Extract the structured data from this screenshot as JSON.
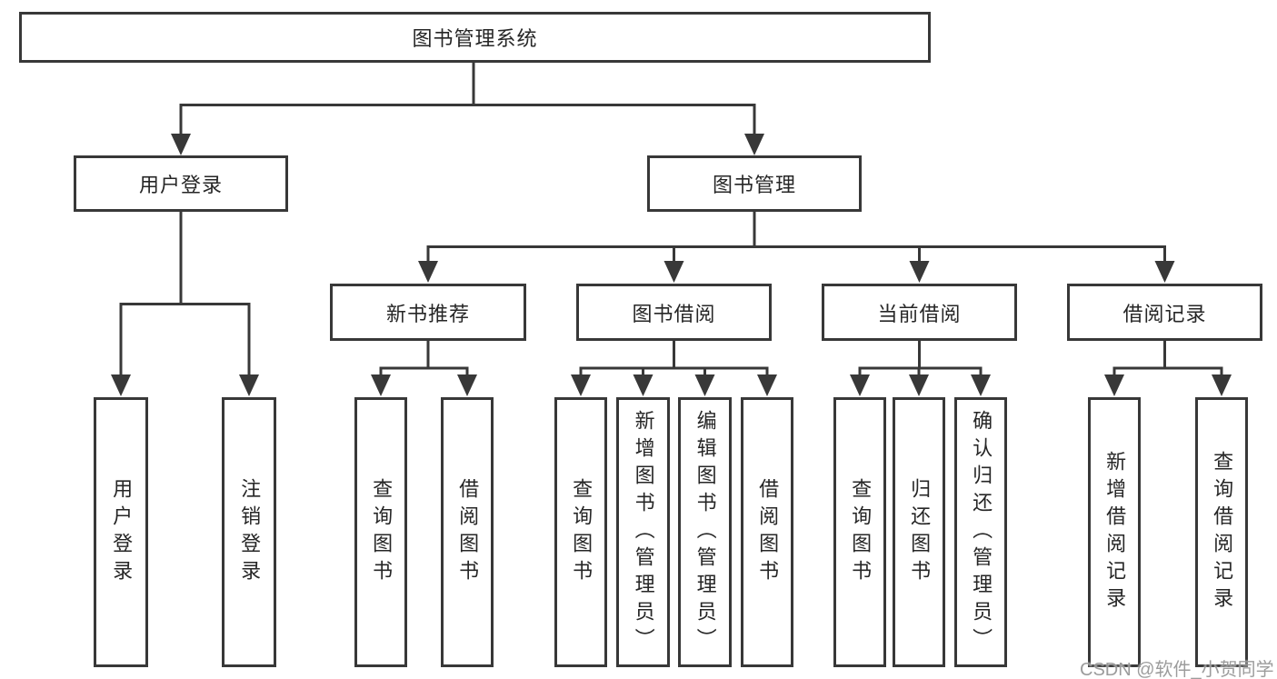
{
  "tree": {
    "label": "图书管理系统",
    "children": [
      {
        "label": "用户登录",
        "children": [
          {
            "label": "用户登录"
          },
          {
            "label": "注销登录"
          }
        ]
      },
      {
        "label": "图书管理",
        "children": [
          {
            "label": "新书推荐",
            "children": [
              {
                "label": "查询图书"
              },
              {
                "label": "借阅图书"
              }
            ]
          },
          {
            "label": "图书借阅",
            "children": [
              {
                "label": "查询图书"
              },
              {
                "label": "新增图书（管理员）"
              },
              {
                "label": "编辑图书（管理员）"
              },
              {
                "label": "借阅图书"
              }
            ]
          },
          {
            "label": "当前借阅",
            "children": [
              {
                "label": "查询图书"
              },
              {
                "label": "归还图书"
              },
              {
                "label": "确认归还（管理员）"
              }
            ]
          },
          {
            "label": "借阅记录",
            "children": [
              {
                "label": "新增借阅记录"
              },
              {
                "label": "查询借阅记录"
              }
            ]
          }
        ]
      }
    ]
  },
  "watermark": {
    "text": "CSDN @软件_小贺同学"
  },
  "colors": {
    "line": "#383838",
    "text": "#262626",
    "watermark": "#949494",
    "background": "#ffffff"
  }
}
